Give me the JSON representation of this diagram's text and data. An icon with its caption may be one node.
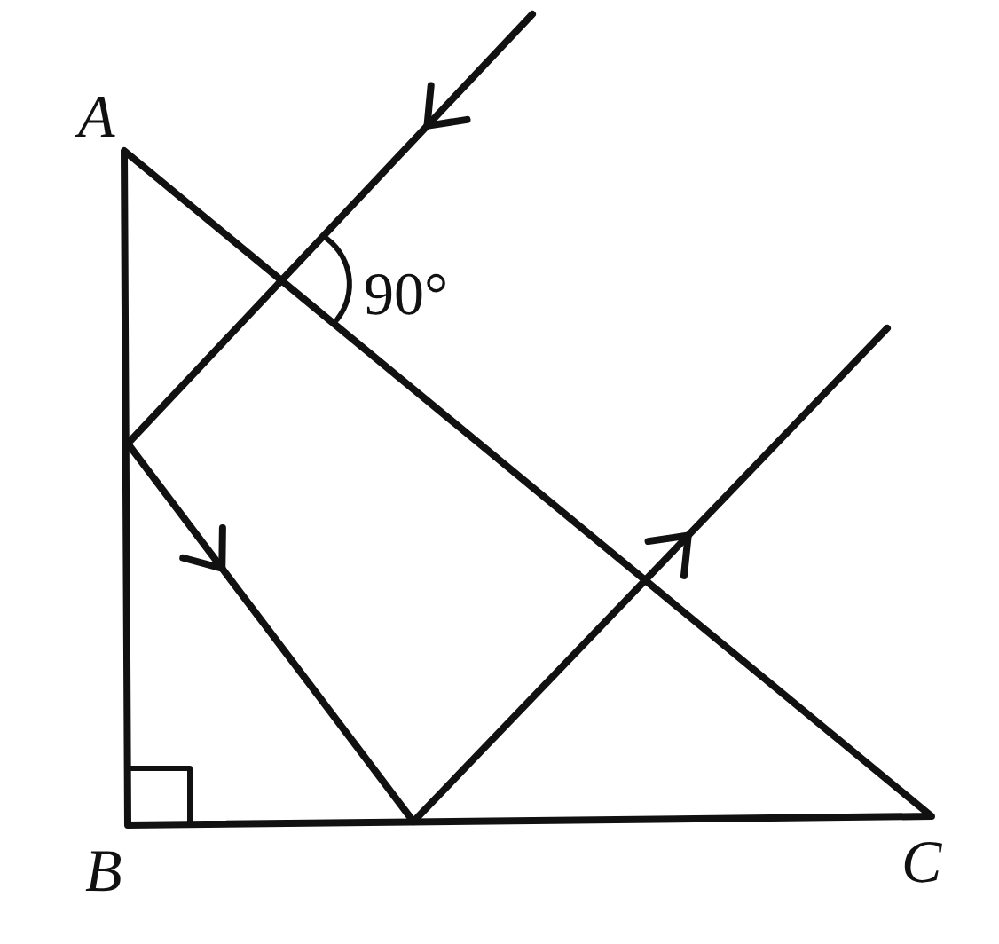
{
  "diagram": {
    "labels": [
      "A",
      "90°",
      "B",
      "C"
    ]
  }
}
